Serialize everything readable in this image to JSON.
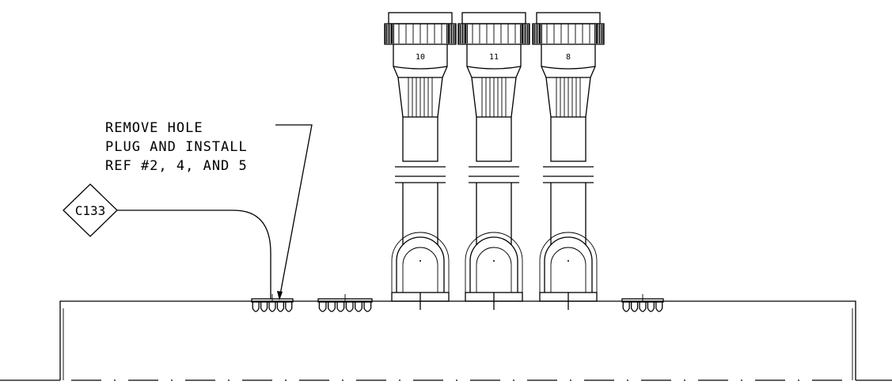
{
  "note": {
    "lines": [
      "REMOVE HOLE",
      "PLUG AND INSTALL",
      "REF #2, 4, AND 5"
    ]
  },
  "callout": {
    "label": "C133"
  },
  "connectors": [
    {
      "label": "10"
    },
    {
      "label": "11"
    },
    {
      "label": "8"
    }
  ]
}
